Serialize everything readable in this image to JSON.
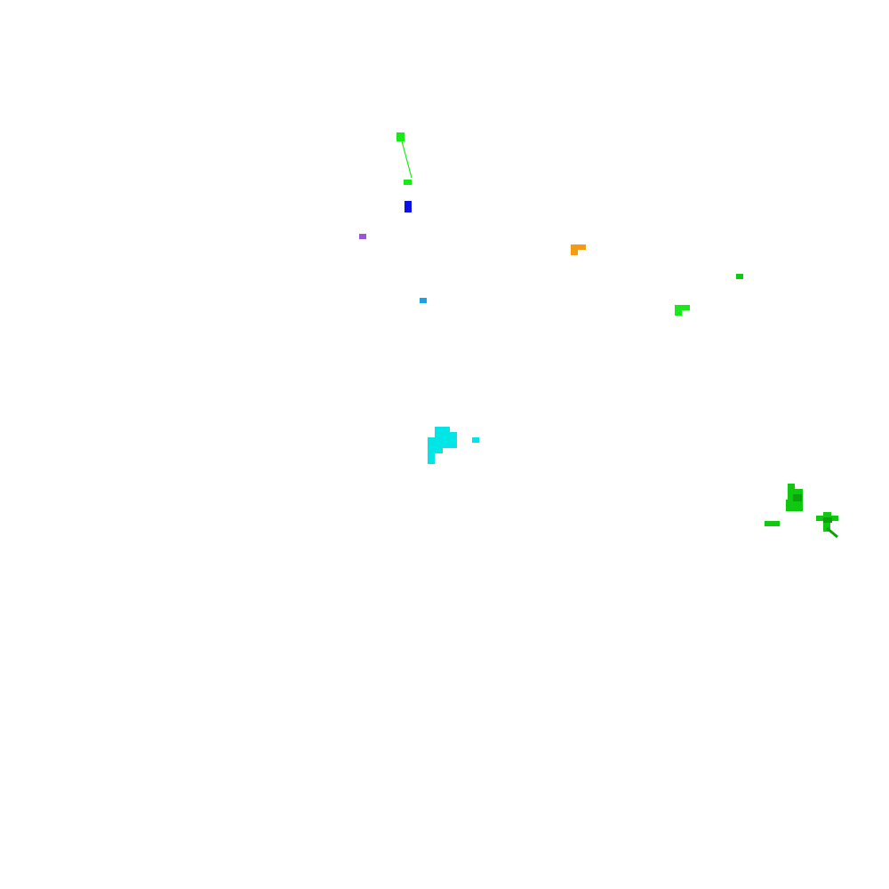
{
  "map": {
    "background_color": "#ffffff",
    "feature_colors": {
      "lime": "#18ea18",
      "green": "#10c810",
      "dark_green": "#0ba20b",
      "blue": "#0a10e6",
      "purple": "#9a55d4",
      "orange": "#f39c12",
      "sky_blue": "#1aa2e6",
      "cyan": "#00e6e6"
    },
    "clusters": [
      {
        "name": "lime-connected-pair",
        "color": "lime"
      },
      {
        "name": "blue-marker",
        "color": "blue"
      },
      {
        "name": "purple-marker",
        "color": "purple"
      },
      {
        "name": "orange-marker",
        "color": "orange"
      },
      {
        "name": "sky-blue-marker",
        "color": "sky_blue"
      },
      {
        "name": "green-marker",
        "color": "green"
      },
      {
        "name": "lime-marker",
        "color": "lime"
      },
      {
        "name": "cyan-region",
        "color": "cyan"
      },
      {
        "name": "green-region",
        "color": "green"
      }
    ]
  }
}
